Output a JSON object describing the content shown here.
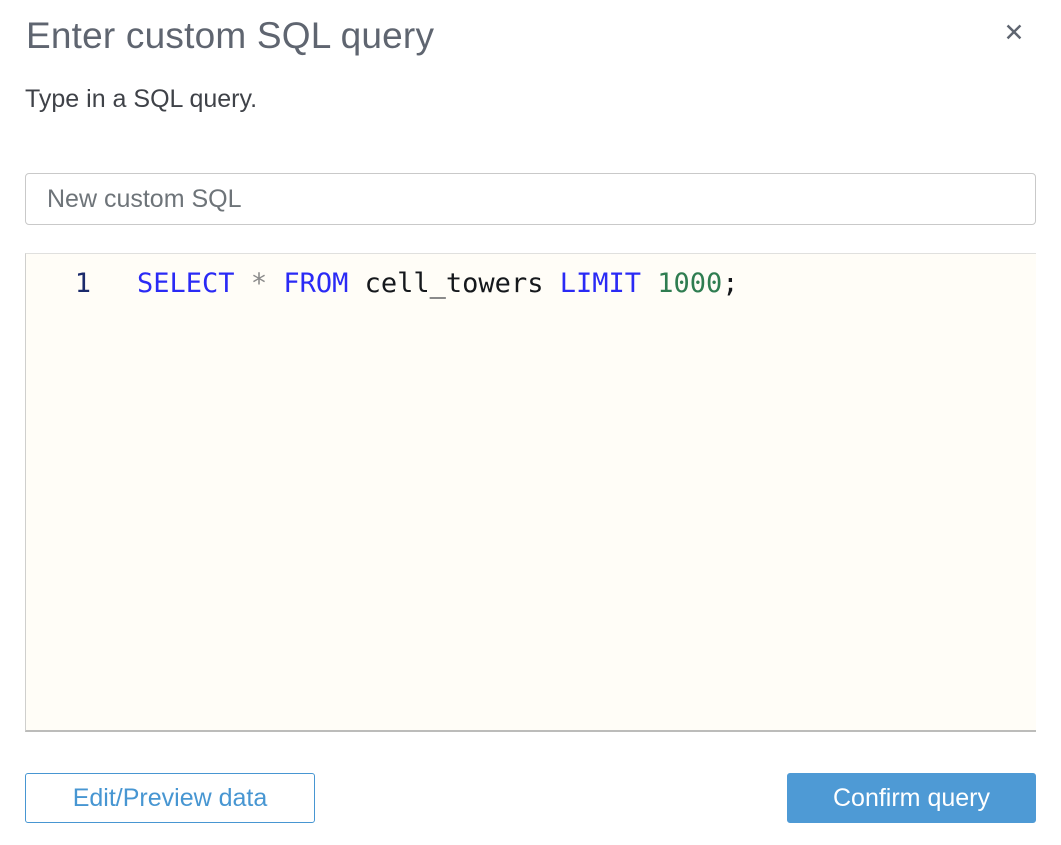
{
  "dialog": {
    "title": "Enter custom SQL query",
    "subtitle": "Type in a SQL query.",
    "close_icon": "✕"
  },
  "query_name": {
    "value": "New custom SQL"
  },
  "editor": {
    "line_number": "1",
    "query_text": "SELECT * FROM cell_towers LIMIT 1000;",
    "tokens": [
      {
        "text": "SELECT",
        "type": "keyword"
      },
      {
        "text": " ",
        "type": "plain"
      },
      {
        "text": "*",
        "type": "operator"
      },
      {
        "text": " ",
        "type": "plain"
      },
      {
        "text": "FROM",
        "type": "keyword"
      },
      {
        "text": " ",
        "type": "plain"
      },
      {
        "text": "cell_towers",
        "type": "identifier"
      },
      {
        "text": " ",
        "type": "plain"
      },
      {
        "text": "LIMIT",
        "type": "keyword"
      },
      {
        "text": " ",
        "type": "plain"
      },
      {
        "text": "1000",
        "type": "number"
      },
      {
        "text": ";",
        "type": "punct"
      }
    ]
  },
  "buttons": {
    "edit_preview_label": "Edit/Preview data",
    "confirm_label": "Confirm query"
  },
  "colors": {
    "accent_blue": "#4e9ad5",
    "outline_button_blue": "#4796d2",
    "keyword_blue": "#2a2af5",
    "number_green": "#2f7d51",
    "operator_gray": "#8a8a8a",
    "line_number_navy": "#1b2a6b",
    "editor_bg": "#fffdf7"
  }
}
